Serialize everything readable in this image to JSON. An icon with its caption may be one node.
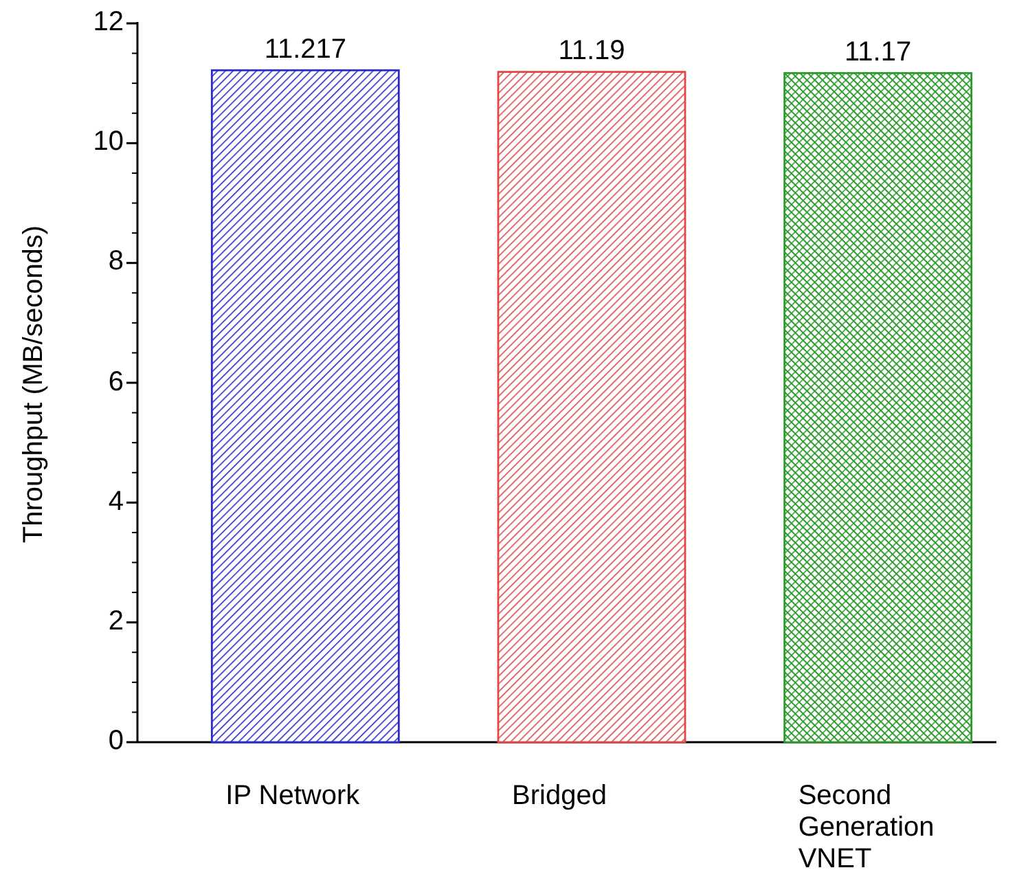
{
  "diagram": {
    "chart_data": {
      "type": "bar",
      "ylabel": "Throughput (MB/seconds)",
      "categories": [
        "IP Network",
        "Bridged",
        "Second Generation VNET"
      ],
      "series": [
        {
          "color": "#2a2ad0",
          "values": [
            11.217,
            null,
            null
          ]
        },
        {
          "color": "#e04848",
          "values": [
            null,
            11.19,
            null
          ]
        },
        {
          "color": "#2a9a2a",
          "values": [
            null,
            null,
            11.17
          ]
        }
      ],
      "ylim": [
        0,
        12
      ],
      "yticks": [
        0,
        2,
        4,
        6,
        8,
        10,
        12
      ],
      "data_labels": true
    }
  }
}
